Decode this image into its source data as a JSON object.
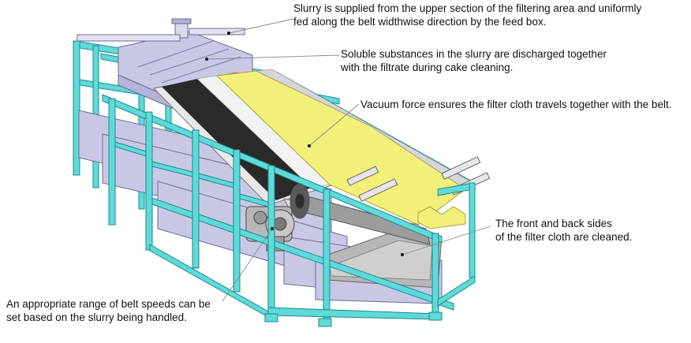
{
  "callouts": {
    "feed": {
      "line1": "Slurry is supplied from the upper section of the filtering area and uniformly",
      "line2": "fed along the belt widthwise direction by the feed box."
    },
    "soluble": {
      "line1": "Soluble substances in the slurry are discharged together",
      "line2": "with the filtrate during cake cleaning."
    },
    "vacuum": {
      "line1": "Vacuum force ensures the filter cloth travels together with the belt."
    },
    "cleaning": {
      "line1": "The front and back sides",
      "line2": "of the filter cloth are cleaned."
    },
    "speed": {
      "line1": "An appropriate range of belt speeds can be",
      "line2": "set based on the slurry being handled."
    }
  },
  "colors": {
    "frame": "#5fd9d9",
    "frame_edge": "#1a8a8a",
    "filter_cloth": "#f3f07a",
    "rubber_belt": "#2a2a2a",
    "belt_edge": "#e8e8e8",
    "housing": "#c8c8e6",
    "housing_edge": "#6b6b8f",
    "leader_line": "#888888"
  }
}
